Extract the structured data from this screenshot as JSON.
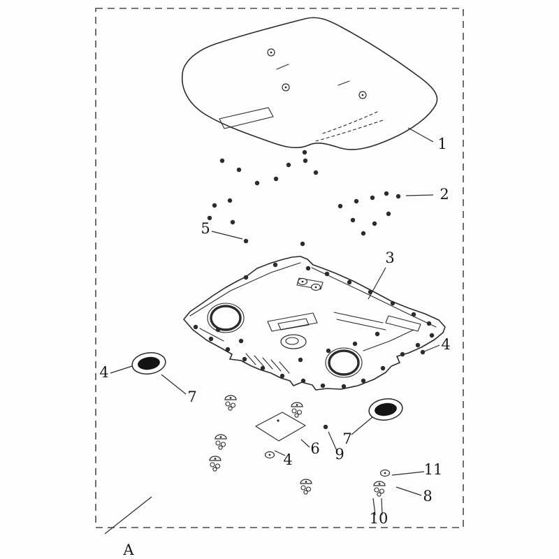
{
  "meta": {
    "diagram_type": "exploded-parts-diagram",
    "ink_color": "#2b2b2b",
    "background_color": "#fdfdfd"
  },
  "callouts": {
    "c1": "1",
    "c2": "2",
    "c3": "3",
    "c4_right": "4",
    "c4_left": "4",
    "c4_bottom": "4",
    "c5": "5",
    "c6": "6",
    "c7_left": "7",
    "c7_right": "7",
    "c8": "8",
    "c9": "9",
    "c10": "10",
    "c11": "11",
    "cA": "A"
  }
}
